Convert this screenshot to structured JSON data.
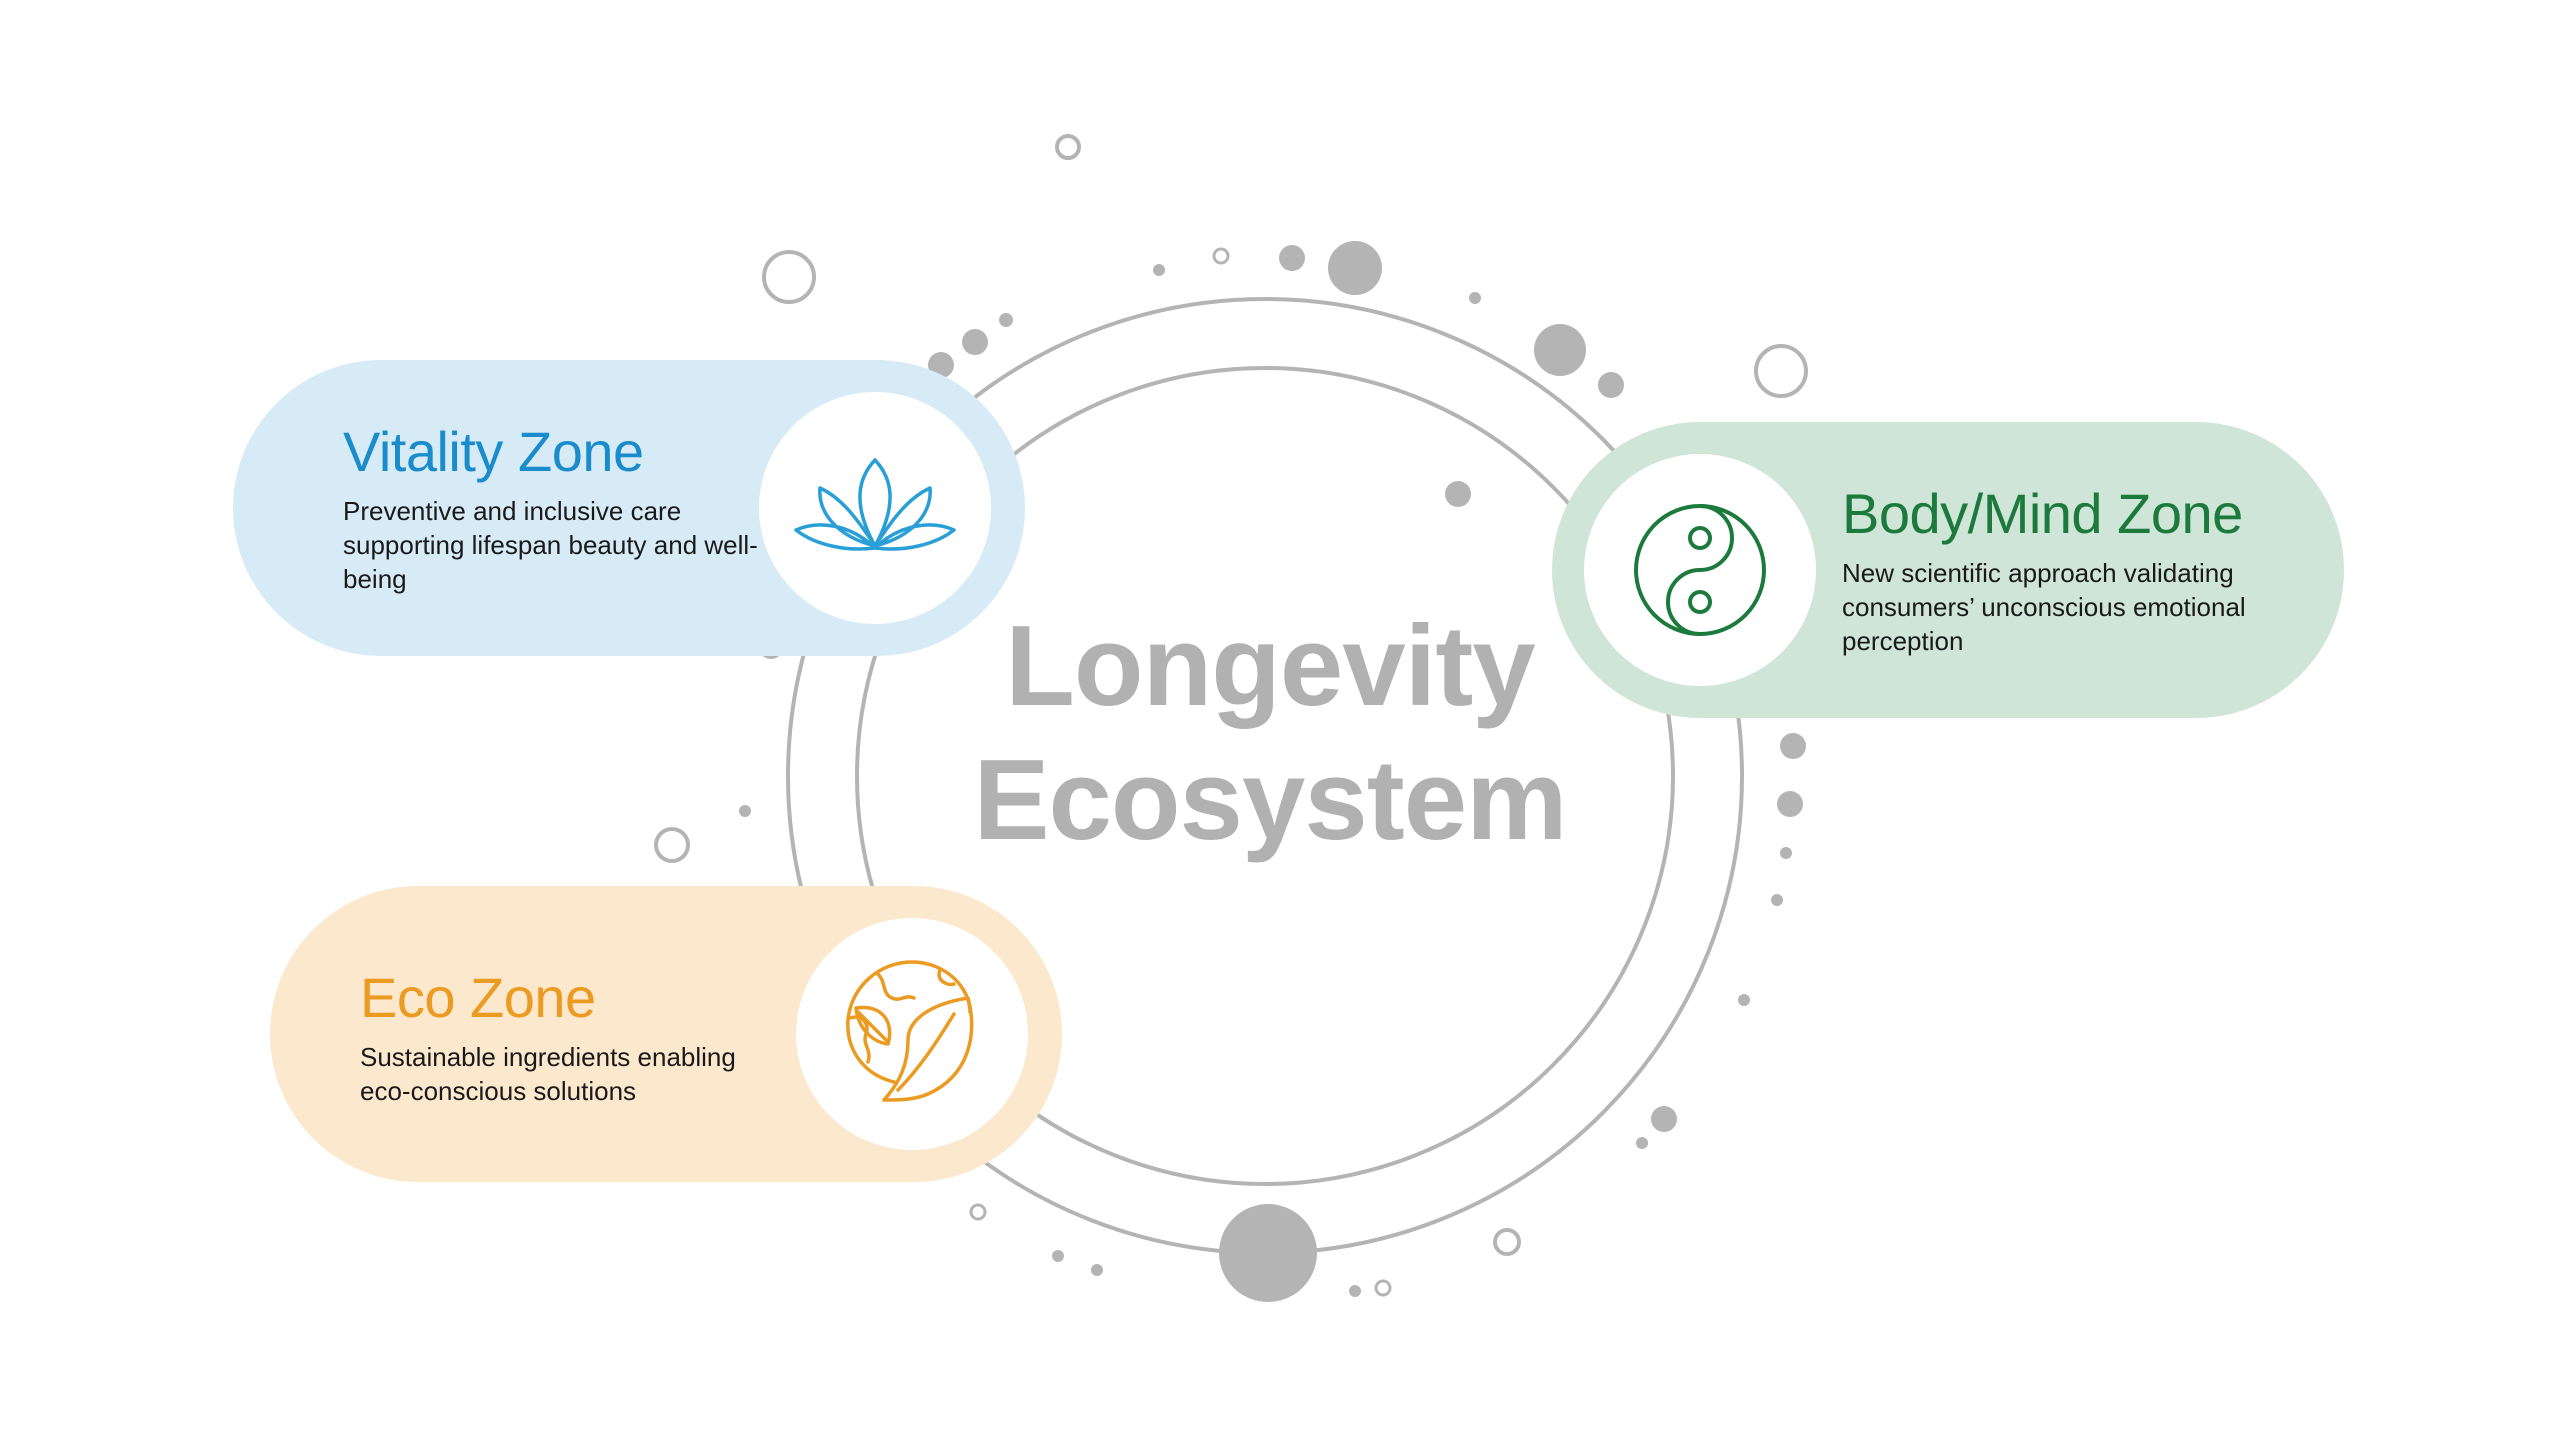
{
  "center": {
    "title_line1": "Longevity",
    "title_line2": "Ecosystem"
  },
  "zones": [
    {
      "title": "Vitality Zone",
      "description": "Preventive and inclusive care supporting lifespan beauty and well-being",
      "icon": "lotus-icon",
      "color": "#1a8ccc",
      "background": "#d7ebf6"
    },
    {
      "title": "Body/Mind Zone",
      "description": "New scientific approach validating consumers’ unconscious emotional perception",
      "icon": "yin-yang-icon",
      "color": "#1c7a3c",
      "background": "#cfe5d7"
    },
    {
      "title": "Eco Zone",
      "description": "Sustainable ingredients enabling eco-conscious solutions",
      "icon": "globe-leaf-icon",
      "color": "#eb9a22",
      "background": "#fce8cd"
    }
  ],
  "colors": {
    "ring": "#b4b4b4",
    "dots": "#b4b4b4",
    "title": "#b1b1b1"
  }
}
